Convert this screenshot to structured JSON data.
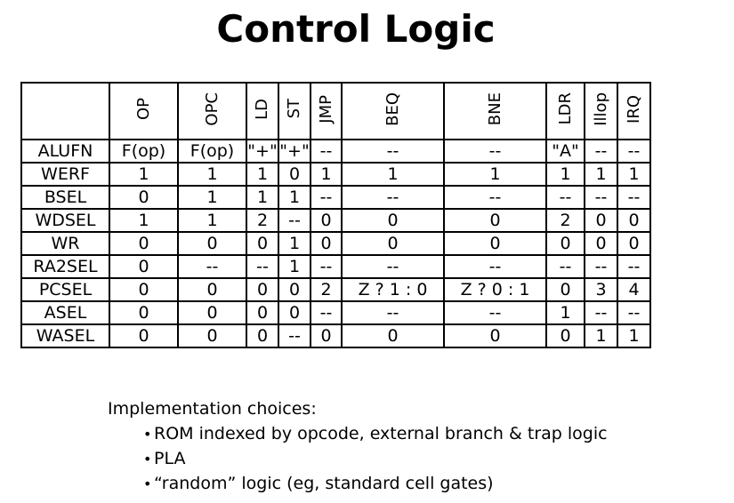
{
  "title": "Control Logic",
  "table": {
    "columns": [
      "OP",
      "OPC",
      "LD",
      "ST",
      "JMP",
      "BEQ",
      "BNE",
      "LDR",
      "Illop",
      "IRQ"
    ],
    "rows": [
      {
        "label": "ALUFN",
        "cells": [
          "F(op)",
          "F(op)",
          "\"+\"",
          "\"+\"",
          "--",
          "--",
          "--",
          "\"A\"",
          "--",
          "--"
        ]
      },
      {
        "label": "WERF",
        "cells": [
          "1",
          "1",
          "1",
          "0",
          "1",
          "1",
          "1",
          "1",
          "1",
          "1"
        ]
      },
      {
        "label": "BSEL",
        "cells": [
          "0",
          "1",
          "1",
          "1",
          "--",
          "--",
          "--",
          "--",
          "--",
          "--"
        ]
      },
      {
        "label": "WDSEL",
        "cells": [
          "1",
          "1",
          "2",
          "--",
          "0",
          "0",
          "0",
          "2",
          "0",
          "0"
        ]
      },
      {
        "label": "WR",
        "cells": [
          "0",
          "0",
          "0",
          "1",
          "0",
          "0",
          "0",
          "0",
          "0",
          "0"
        ]
      },
      {
        "label": "RA2SEL",
        "cells": [
          "0",
          "--",
          "--",
          "1",
          "--",
          "--",
          "--",
          "--",
          "--",
          "--"
        ]
      },
      {
        "label": "PCSEL",
        "cells": [
          "0",
          "0",
          "0",
          "0",
          "2",
          "Z ? 1 : 0",
          "Z ? 0 : 1",
          "0",
          "3",
          "4"
        ]
      },
      {
        "label": "ASEL",
        "cells": [
          "0",
          "0",
          "0",
          "0",
          "--",
          "--",
          "--",
          "1",
          "--",
          "--"
        ]
      },
      {
        "label": "WASEL",
        "cells": [
          "0",
          "0",
          "0",
          "--",
          "0",
          "0",
          "0",
          "0",
          "1",
          "1"
        ]
      }
    ]
  },
  "implementation": {
    "heading": "Implementation choices:",
    "items": [
      "ROM indexed by opcode, external branch & trap logic",
      "PLA",
      "“random” logic (eg, standard cell gates)"
    ],
    "bullet": "•"
  }
}
